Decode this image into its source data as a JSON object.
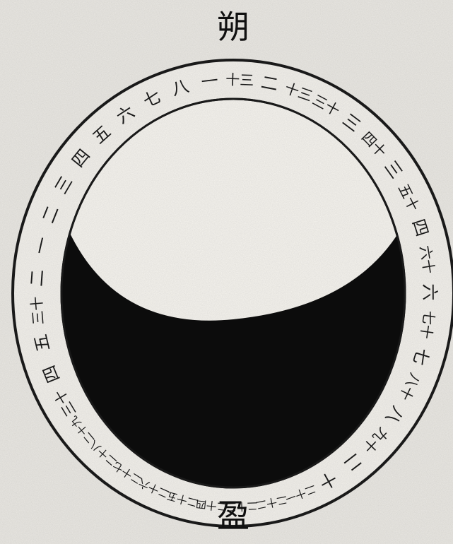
{
  "top_label": "朔",
  "bottom_label": "盈",
  "colors": {
    "paper": "#ebe9e4",
    "ink": "#141414",
    "shadow": "#0d0d0d"
  },
  "ring_labels": [
    "一",
    "十三",
    "二",
    "十三",
    "三十",
    "三",
    "四十",
    "三",
    "五十",
    "四",
    "六十",
    "六",
    "七十",
    "七",
    "八十",
    "八",
    "九十",
    "二",
    "十",
    "二十一",
    "二十二",
    "二十三",
    "二十四",
    "二十五",
    "二十六",
    "二十七",
    "二十八",
    "二十九",
    "三十",
    "四",
    "五",
    "三十",
    "二",
    "一",
    "二",
    "三",
    "四",
    "五",
    "六",
    "七",
    "八"
  ]
}
